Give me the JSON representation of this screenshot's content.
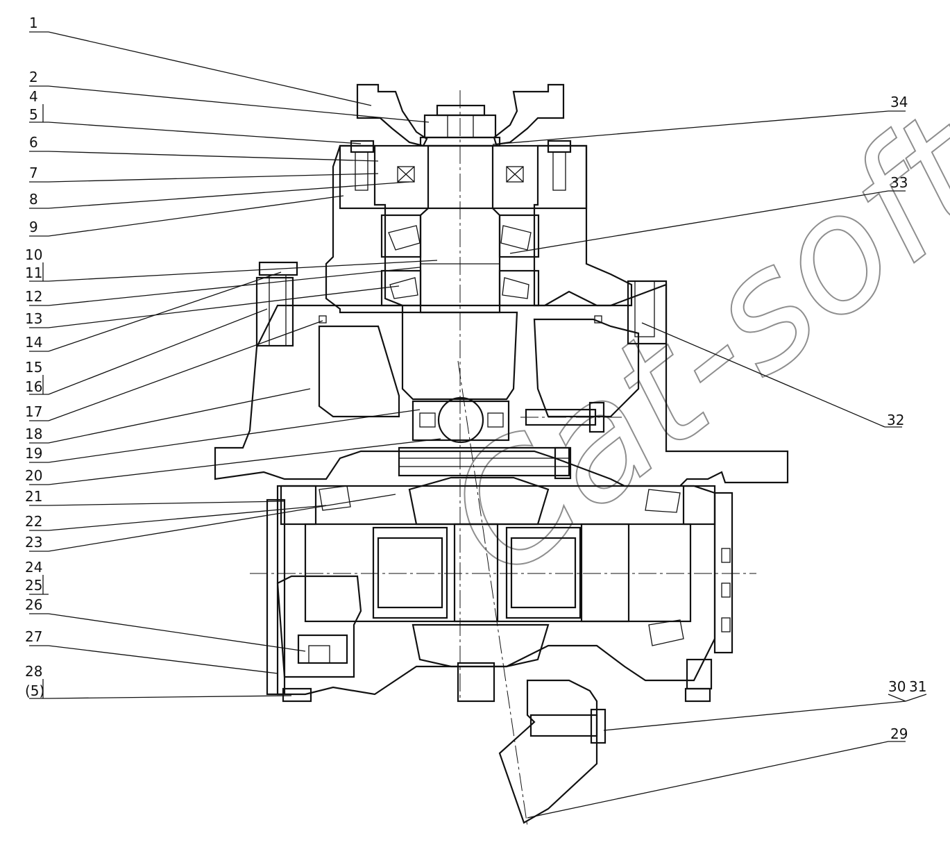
{
  "watermark_text": "Cat-soft",
  "labels": {
    "left": [
      {
        "id": "1",
        "text": "1"
      },
      {
        "id": "2",
        "text": "2"
      },
      {
        "id": "4",
        "text": "4"
      },
      {
        "id": "5",
        "text": "5"
      },
      {
        "id": "6",
        "text": "6"
      },
      {
        "id": "7",
        "text": "7"
      },
      {
        "id": "8",
        "text": "8"
      },
      {
        "id": "9",
        "text": "9"
      },
      {
        "id": "10",
        "text": "10"
      },
      {
        "id": "11",
        "text": "11"
      },
      {
        "id": "12",
        "text": "12"
      },
      {
        "id": "13",
        "text": "13"
      },
      {
        "id": "14",
        "text": "14"
      },
      {
        "id": "15",
        "text": "15"
      },
      {
        "id": "16",
        "text": "16"
      },
      {
        "id": "17",
        "text": "17"
      },
      {
        "id": "18",
        "text": "18"
      },
      {
        "id": "19",
        "text": "19"
      },
      {
        "id": "20",
        "text": "20"
      },
      {
        "id": "21",
        "text": "21"
      },
      {
        "id": "22",
        "text": "22"
      },
      {
        "id": "23",
        "text": "23"
      },
      {
        "id": "24",
        "text": "24"
      },
      {
        "id": "25",
        "text": "25"
      },
      {
        "id": "26",
        "text": "26"
      },
      {
        "id": "27",
        "text": "27"
      },
      {
        "id": "28",
        "text": "28"
      },
      {
        "id": "28b",
        "text": "(5)"
      }
    ],
    "right": [
      {
        "id": "34",
        "text": "34"
      },
      {
        "id": "33",
        "text": "33"
      },
      {
        "id": "32",
        "text": "32"
      },
      {
        "id": "30",
        "text": "30"
      },
      {
        "id": "31",
        "text": "31"
      },
      {
        "id": "29",
        "text": "29"
      }
    ]
  }
}
